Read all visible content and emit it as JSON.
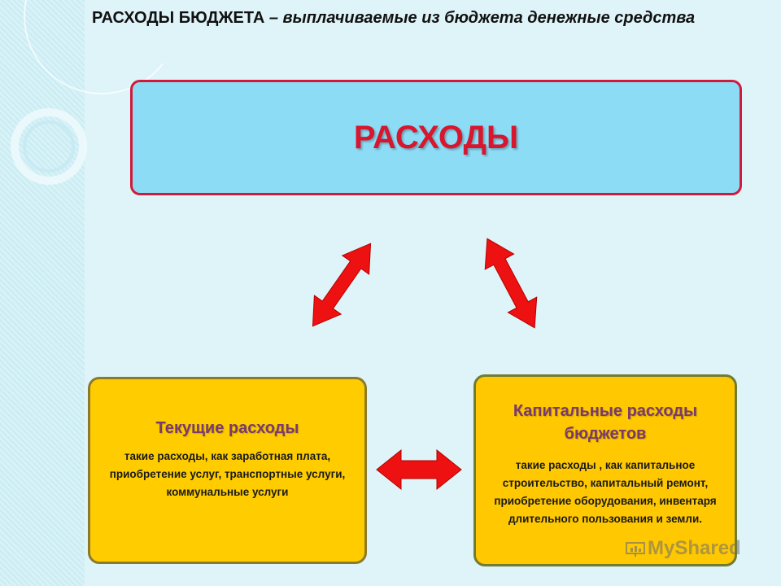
{
  "heading": {
    "term": "РАСХОДЫ БЮДЖЕТА",
    "dash": " – ",
    "definition": "выплачиваемые из бюджета денежные средства"
  },
  "diagram": {
    "top": {
      "title": "РАСХОДЫ"
    },
    "left": {
      "title": "Текущие расходы",
      "text": "такие расходы, как заработная плата, приобретение услуг, транспортные услуги, коммунальные услуги"
    },
    "right": {
      "title": "Капитальные расходы бюджетов",
      "text": "такие расходы , как капитальное строительство, капитальный ремонт, приобретение оборудования, инвентаря длительного пользования и земли."
    },
    "arrow_color": "#ee1111"
  },
  "colors": {
    "top_fill": "#8ddcf6",
    "top_border": "#d11a3a",
    "bottom_fill": "#ffcc00",
    "title_purple": "#7a3a6d"
  },
  "watermark": {
    "text": "MyShared",
    "icon": "presentation-board-icon"
  }
}
